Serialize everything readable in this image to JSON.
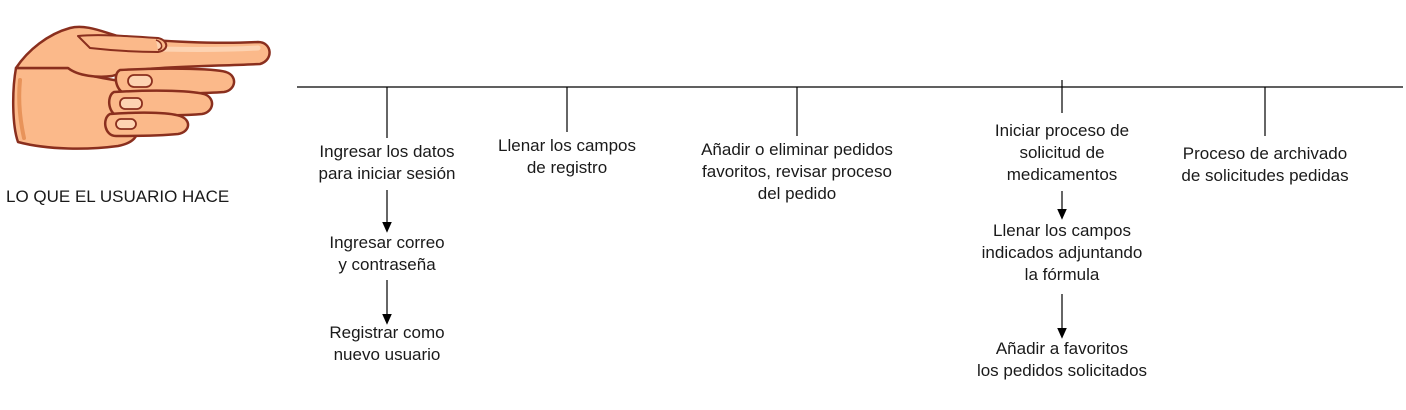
{
  "actor": {
    "label": "LO QUE EL USUARIO HACE",
    "icon": "pointing-hand-icon"
  },
  "columns": [
    {
      "items": [
        "Ingresar los datos\npara iniciar sesión",
        "Ingresar correo\ny contraseña",
        "Registrar como\nnuevo usuario"
      ]
    },
    {
      "items": [
        "Llenar los campos\nde registro"
      ]
    },
    {
      "items": [
        "Añadir o eliminar pedidos\nfavoritos, revisar proceso\ndel pedido"
      ]
    },
    {
      "items": [
        "Iniciar proceso de\nsolicitud de\nmedicamentos",
        "Llenar los campos\nindicados adjuntando\nla fórmula",
        "Añadir a favoritos\nlos pedidos solicitados"
      ]
    },
    {
      "items": [
        "Proceso de archivado\nde solicitudes pedidas"
      ]
    }
  ],
  "colors": {
    "line": "#000000",
    "skin": "#FBB98A",
    "skin_shadow": "#E8935A",
    "outline": "#8A2F1E"
  }
}
